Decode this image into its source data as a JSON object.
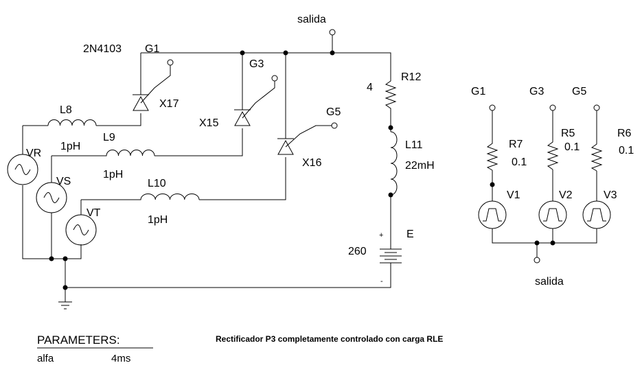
{
  "labels": {
    "salida_top": "salida",
    "salida_bottom": "salida",
    "thyristor_model": "2N4103",
    "g1": "G1",
    "g3": "G3",
    "g5": "G5",
    "x17": "X17",
    "x15": "X15",
    "x16": "X16",
    "l8": "L8",
    "l9": "L9",
    "l10": "L10",
    "l8_val": "1pH",
    "l9_val": "1pH",
    "l10_val": "1pH",
    "vr": "VR",
    "vs": "VS",
    "vt": "VT",
    "r12": "R12",
    "r12_val": "4",
    "l11": "L11",
    "l11_val": "22mH",
    "e": "E",
    "e_val": "260",
    "plus": "+",
    "minus": "-",
    "g1_right": "G1",
    "g3_right": "G3",
    "g5_right": "G5",
    "r7": "R7",
    "r7_val": "0.1",
    "r5": "R5",
    "r5_val": "0.1",
    "r6": "R6",
    "r6_val": "0.1",
    "v1": "V1",
    "v2": "V2",
    "v3": "V3"
  },
  "parameters": {
    "heading": "PARAMETERS:",
    "name": "alfa",
    "value": "4ms"
  },
  "title": "Rectificador P3 completamente controlado con carga RLE"
}
